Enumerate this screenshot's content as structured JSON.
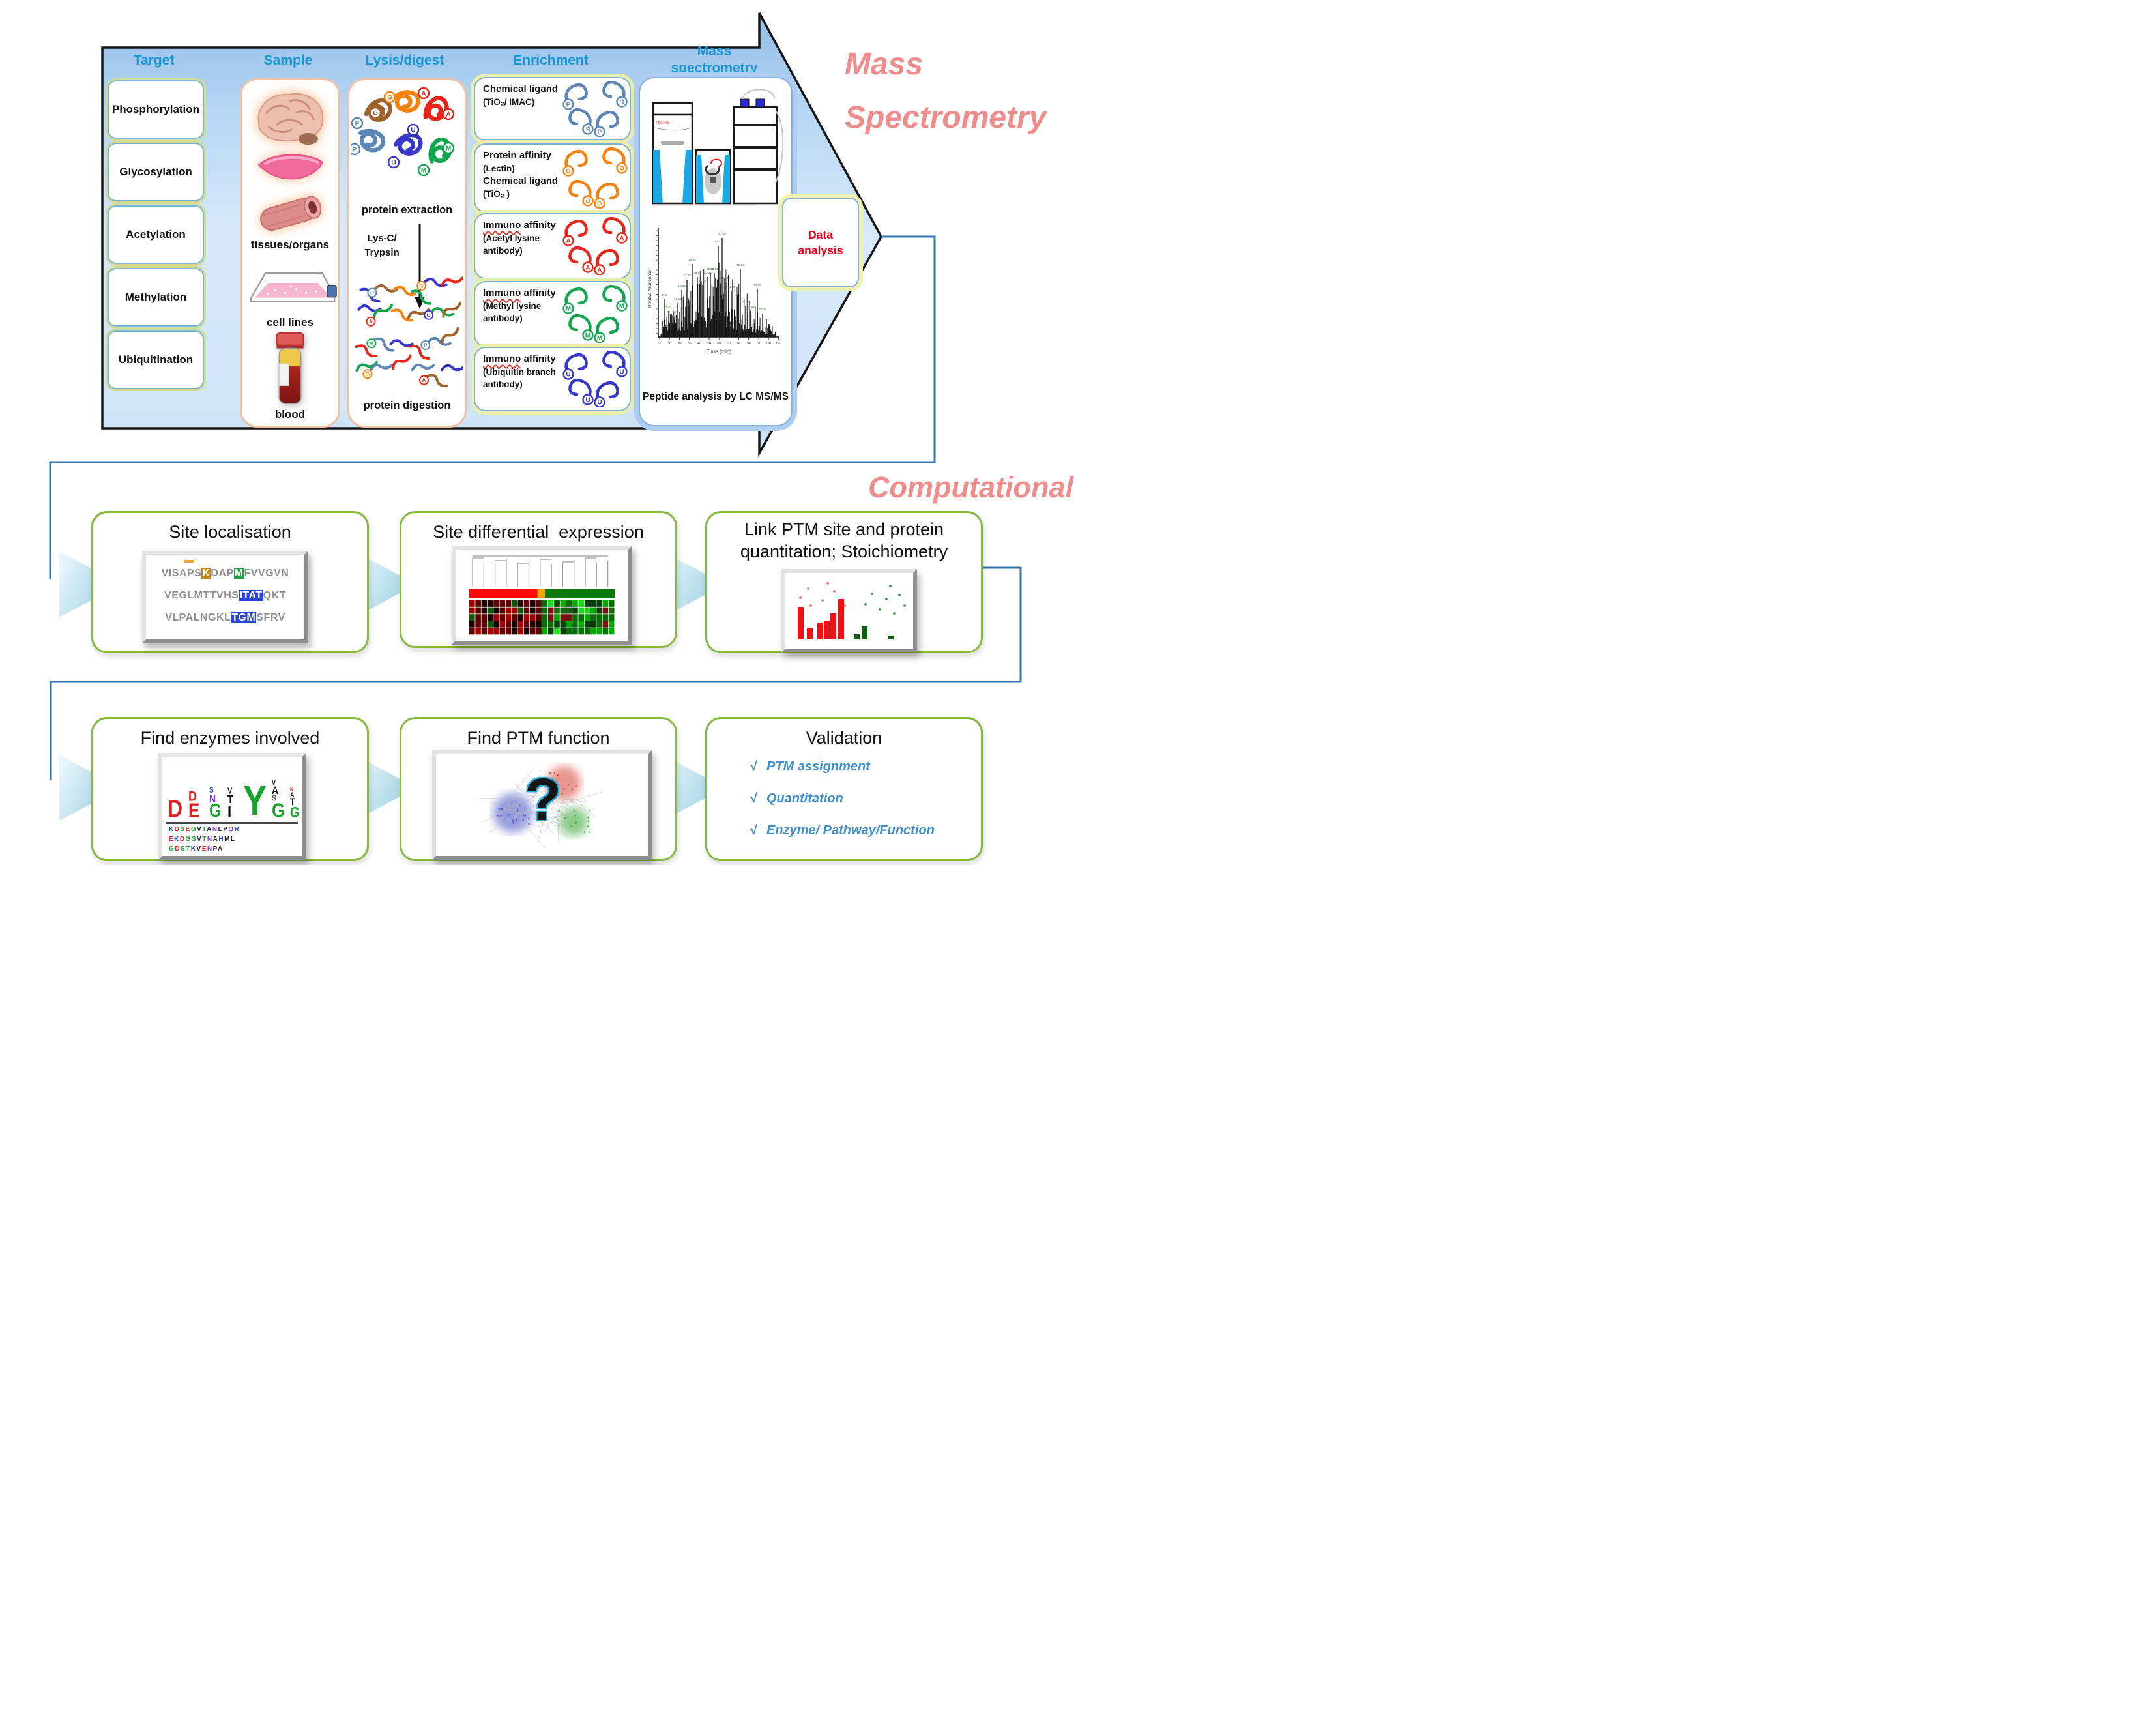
{
  "section_titles": {
    "top_lines": [
      "Mass",
      "Spectrometry"
    ],
    "bottom": "Computational"
  },
  "pipeline": {
    "headers": [
      "Target",
      "Sample",
      "Lysis/digest",
      "Enrichment",
      "Mass spectrometry analysis"
    ],
    "targets": [
      "Phosphorylation",
      "Glycosylation",
      "Acetylation",
      "Methylation",
      "Ubiquitination"
    ],
    "samples": [
      "tissues/organs",
      "cell lines",
      "blood"
    ],
    "lysis": {
      "extraction": "protein extraction",
      "enzyme1": "Lys-C/",
      "enzyme2": "Trypsin",
      "digestion": "protein digestion",
      "palette": [
        "#a0622d",
        "#f5820b",
        "#e82317",
        "#5b86b5",
        "#3636c8",
        "#11a74f"
      ]
    },
    "enrichment": [
      {
        "lines": [
          [
            "Chemical ligand",
            true
          ],
          [
            "(TiO₂/ IMAC)",
            false
          ]
        ],
        "tag": "P",
        "color": "#5b86b5",
        "wavy": false
      },
      {
        "lines": [
          [
            "Protein affinity",
            true
          ],
          [
            "(Lectin)",
            false
          ],
          [
            "Chemical ligand",
            true
          ],
          [
            "(TiO₂ )",
            false
          ]
        ],
        "tag": "G",
        "color": "#f5820b",
        "wavy": false
      },
      {
        "lines": [
          [
            "Immuno affinity",
            true
          ],
          [
            "(Acetyl lysine",
            false
          ],
          [
            "antibody)",
            false
          ]
        ],
        "tag": "A",
        "color": "#e82317",
        "wavy": true
      },
      {
        "lines": [
          [
            "Immuno affinity",
            true
          ],
          [
            "(Methyl lysine",
            false
          ],
          [
            "antibody)",
            false
          ]
        ],
        "tag": "M",
        "color": "#11a74f",
        "wavy": true
      },
      {
        "lines": [
          [
            "Immuno affinity",
            true
          ],
          [
            "(Ubiquitin branch",
            false
          ],
          [
            "antibody)",
            false
          ]
        ],
        "tag": "U",
        "color": "#3636c8",
        "wavy": true
      }
    ],
    "ms": {
      "caption": "Peptide analysis by LC MS/MS",
      "ylabel": "Relative Abundance",
      "xlabel": "Time (min)",
      "xticks": [
        0,
        10,
        20,
        30,
        40,
        50,
        60,
        70,
        80,
        90,
        100,
        110,
        120
      ],
      "peak_labels": [
        "6.02",
        "9.57",
        "17.36",
        "18.12",
        "18.93",
        "24.39",
        "29.85",
        "28.67",
        "37.27",
        "43.34",
        "45.60",
        "49.60",
        "55.11",
        "57.36",
        "64.36",
        "74.50",
        "75.93",
        "82.74",
        "87.85",
        "94.08",
        "97.36",
        "98.73",
        "104.23"
      ]
    },
    "data_analysis": "Data analysis"
  },
  "flow": {
    "row1": [
      {
        "title": "Site localisation",
        "seq": [
          [
            [
              "VISAPS",
              null
            ],
            [
              "K",
              "#c8860a"
            ],
            [
              "DAP",
              null
            ],
            [
              "M",
              "#1f9e3e"
            ],
            [
              "FVVGVN",
              null
            ]
          ],
          [
            [
              "VEGLMTTVHS",
              null
            ],
            [
              "ITAT",
              "#2a46d8"
            ],
            [
              "QKT",
              null
            ]
          ],
          [
            [
              "VLPALNGKL",
              null
            ],
            [
              "TGM",
              "#2a46d8"
            ],
            [
              "SFRV",
              null
            ]
          ]
        ]
      },
      {
        "title": "Site differential  expression",
        "split_bar": {
          "red": 0.47,
          "orange": 0.05,
          "green": 0.48
        },
        "heatmap": {
          "rows": 5,
          "cols": 24
        }
      },
      {
        "title": "Link PTM site and protein quantitation; Stoichiometry",
        "bars": {
          "red": [
            50,
            18,
            26,
            28,
            40,
            62
          ],
          "green": [
            8,
            20,
            6
          ]
        }
      }
    ],
    "row2": [
      {
        "title": "Find enzymes involved",
        "logo": {
          "columns": [
            [
              [
                "D",
                "#e02020",
                32
              ]
            ],
            [
              [
                "E",
                "#e02020",
                26
              ],
              [
                "D",
                "#e02020",
                18
              ]
            ],
            [
              [
                "G",
                "#1aa32c",
                24
              ],
              [
                "N",
                "#8a2be2",
                14
              ],
              [
                "S",
                "#2244cc",
                10
              ]
            ],
            [
              [
                "I",
                "#111111",
                22
              ],
              [
                "T",
                "#111111",
                15
              ],
              [
                "V",
                "#111111",
                11
              ]
            ],
            [
              [
                "Y",
                "#1aa32c",
                54
              ]
            ],
            [
              [
                "G",
                "#1aa32c",
                26
              ],
              [
                "S",
                "#555555",
                11
              ],
              [
                "A",
                "#111111",
                14
              ],
              [
                "V",
                "#111111",
                9
              ]
            ],
            [
              [
                "G",
                "#1aa32c",
                19
              ],
              [
                "T",
                "#111111",
                13
              ],
              [
                "A",
                "#111111",
                9
              ],
              [
                "N",
                "#e02020",
                7
              ]
            ]
          ],
          "tiny_rows": [
            "KDSEGVTANLPQR",
            "EKDGSVTNAHML",
            "GDSTKVENPA"
          ]
        }
      },
      {
        "title": "Find PTM function",
        "symbol": "?",
        "cluster_colors": [
          "#d93a2b",
          "#3b49c4",
          "#2ca32c"
        ]
      },
      {
        "title": "Validation",
        "check_glyph": "√",
        "checks": [
          "PTM assignment",
          "Quantitation",
          "Enzyme/ Pathway/Function"
        ]
      }
    ]
  },
  "colors": {
    "header_blue": "#1b96d5",
    "accent_pink": "#ef8d8d",
    "box_green": "#86b93f",
    "connector_blue": "#2f74b5",
    "data_analysis_red": "#e8001d",
    "check_blue": "#3e8ed0",
    "arrow_fill_top": "#93bde8",
    "arrow_fill_bottom": "#cfe3f8"
  }
}
